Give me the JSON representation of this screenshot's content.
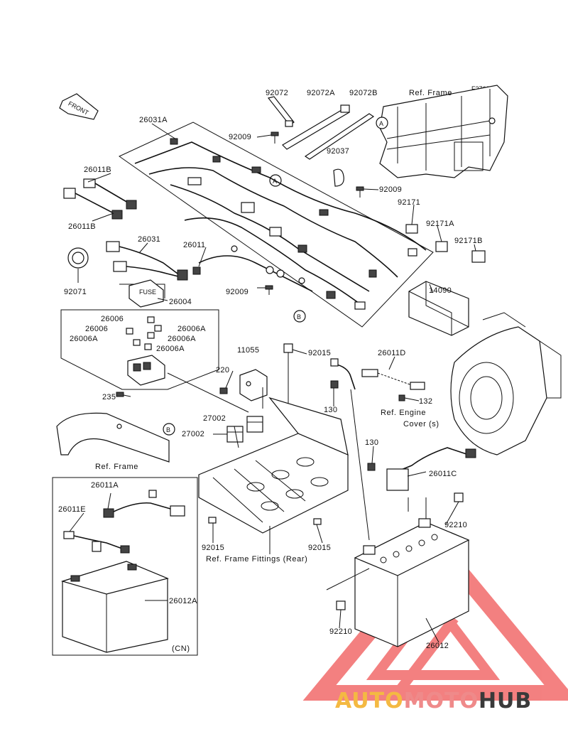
{
  "diagram_code": "F2760",
  "front_label": "FRONT",
  "circle_markers": {
    "a": "A",
    "b": "B"
  },
  "ref_labels": {
    "frame_top": "Ref. Frame",
    "frame_mid": "Ref. Frame",
    "engine_cover_line1": "Ref. Engine",
    "engine_cover_line2": "Cover (s)",
    "frame_fittings": "Ref. Frame Fittings (Rear)",
    "cn": "(CN)"
  },
  "parts": {
    "p92072": "92072",
    "p92072A": "92072A",
    "p92072B": "92072B",
    "p26031A": "26031A",
    "p92009a": "92009",
    "p26011B_top": "26011B",
    "p92037": "92037",
    "p92009b": "92009",
    "p26011B_bottom": "26011B",
    "p92171": "92171",
    "p26031": "26031",
    "p92171A": "92171A",
    "p92171B": "92171B",
    "p26011": "26011",
    "p92071": "92071",
    "p14090": "14090",
    "p92009c": "92009",
    "p26004": "26004",
    "p26006a": "26006",
    "p26006b": "26006",
    "p26006A_1": "26006A",
    "p26006A_2": "26006A",
    "p26006A_3": "26006A",
    "p26006A_4": "26006A",
    "p11055": "11055",
    "p92015a": "92015",
    "p26011D": "26011D",
    "p220": "220",
    "p132": "132",
    "p235": "235",
    "p130a": "130",
    "p27002a": "27002",
    "p27002b": "27002",
    "p130b": "130",
    "p26011A": "26011A",
    "p26011C": "26011C",
    "p26011E": "26011E",
    "p92210a": "92210",
    "p92015b": "92015",
    "p92015c": "92015",
    "p26012A": "26012A",
    "p92210b": "92210",
    "p26012": "26012"
  },
  "watermark": {
    "part1": "AUTO",
    "part2": "MOTO",
    "part3": "HUB",
    "colors": {
      "part1": "#f4b942",
      "part2": "#ef8a8a",
      "part3": "#3a3a3a",
      "triangle": "#f26b6b"
    }
  }
}
